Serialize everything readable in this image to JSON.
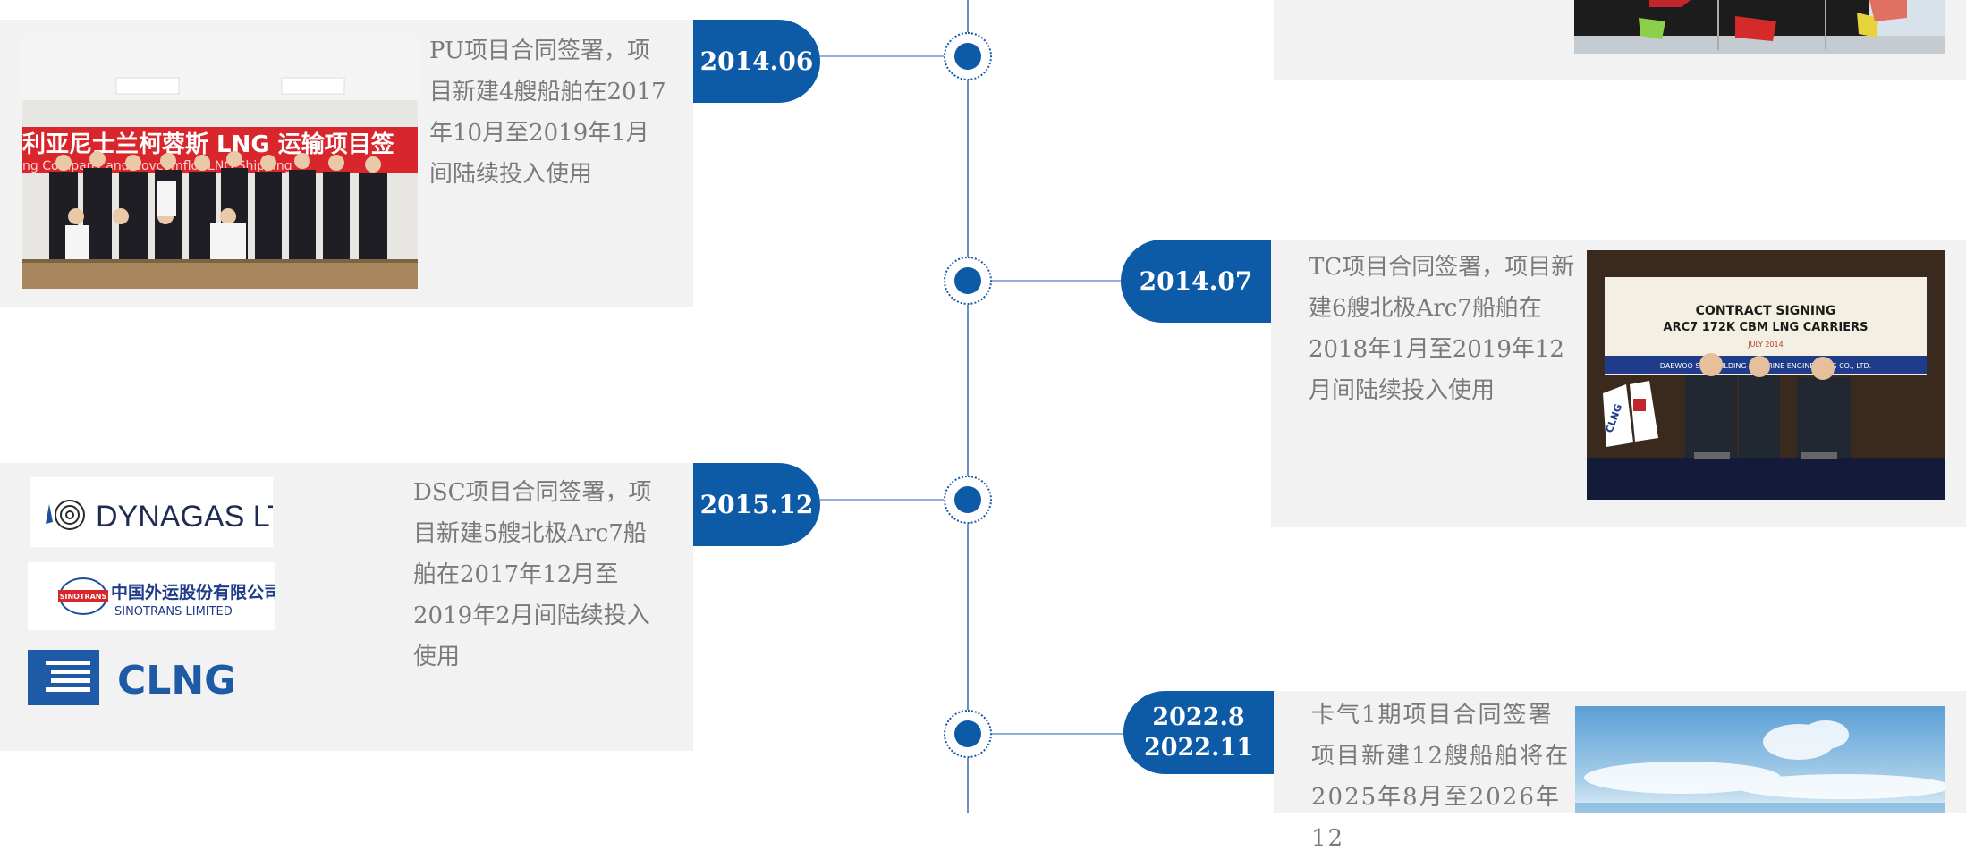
{
  "events": [
    {
      "date": "2014.06",
      "description": "PU项目合同签署，项目新建4艘船舶在2017年10月至2019年1月间陆续投入使用",
      "photo_banner": "利亚尼士兰柯蓉斯 LNG 运输项目签",
      "photo_banner_sub": "ng Company and Sovcomflot LNG Shipping"
    },
    {
      "date": "2014.07",
      "description": "TC项目合同签署，项目新建6艘北极Arc7船舶在2018年1月至2019年12月间陆续投入使用",
      "photo_sign_title": "CONTRACT SIGNING",
      "photo_sign_sub": "ARC7 172K CBM LNG CARRIERS",
      "photo_sign_date": "JULY 2014",
      "photo_sign_footer": "DAEWOO SHIPBUILDING & MARINE ENGINEERING CO., LTD.",
      "photo_flag_label": "CLNG"
    },
    {
      "date": "2015.12",
      "description": "DSC项目合同签署，项目新建5艘北极Arc7船舶在2017年12月至2019年2月间陆续投入使用",
      "logos": {
        "dynagas": "DYNAGAS LTD.",
        "sinotrans_cn": "中国外运股份有限公司",
        "sinotrans_en": "SINOTRANS LIMITED",
        "sinotrans_badge": "SINOTRANS",
        "clng": "CLNG"
      }
    },
    {
      "date_line1": "2022.8",
      "date_line2": "2022.11",
      "description": "卡气1期项目合同签署项目新建12艘船舶将在2025年8月至2026年12"
    }
  ],
  "colors": {
    "primary_blue": "#0d5aa7",
    "card_bg": "#f2f2f2",
    "text_gray": "#7a7a7a"
  }
}
